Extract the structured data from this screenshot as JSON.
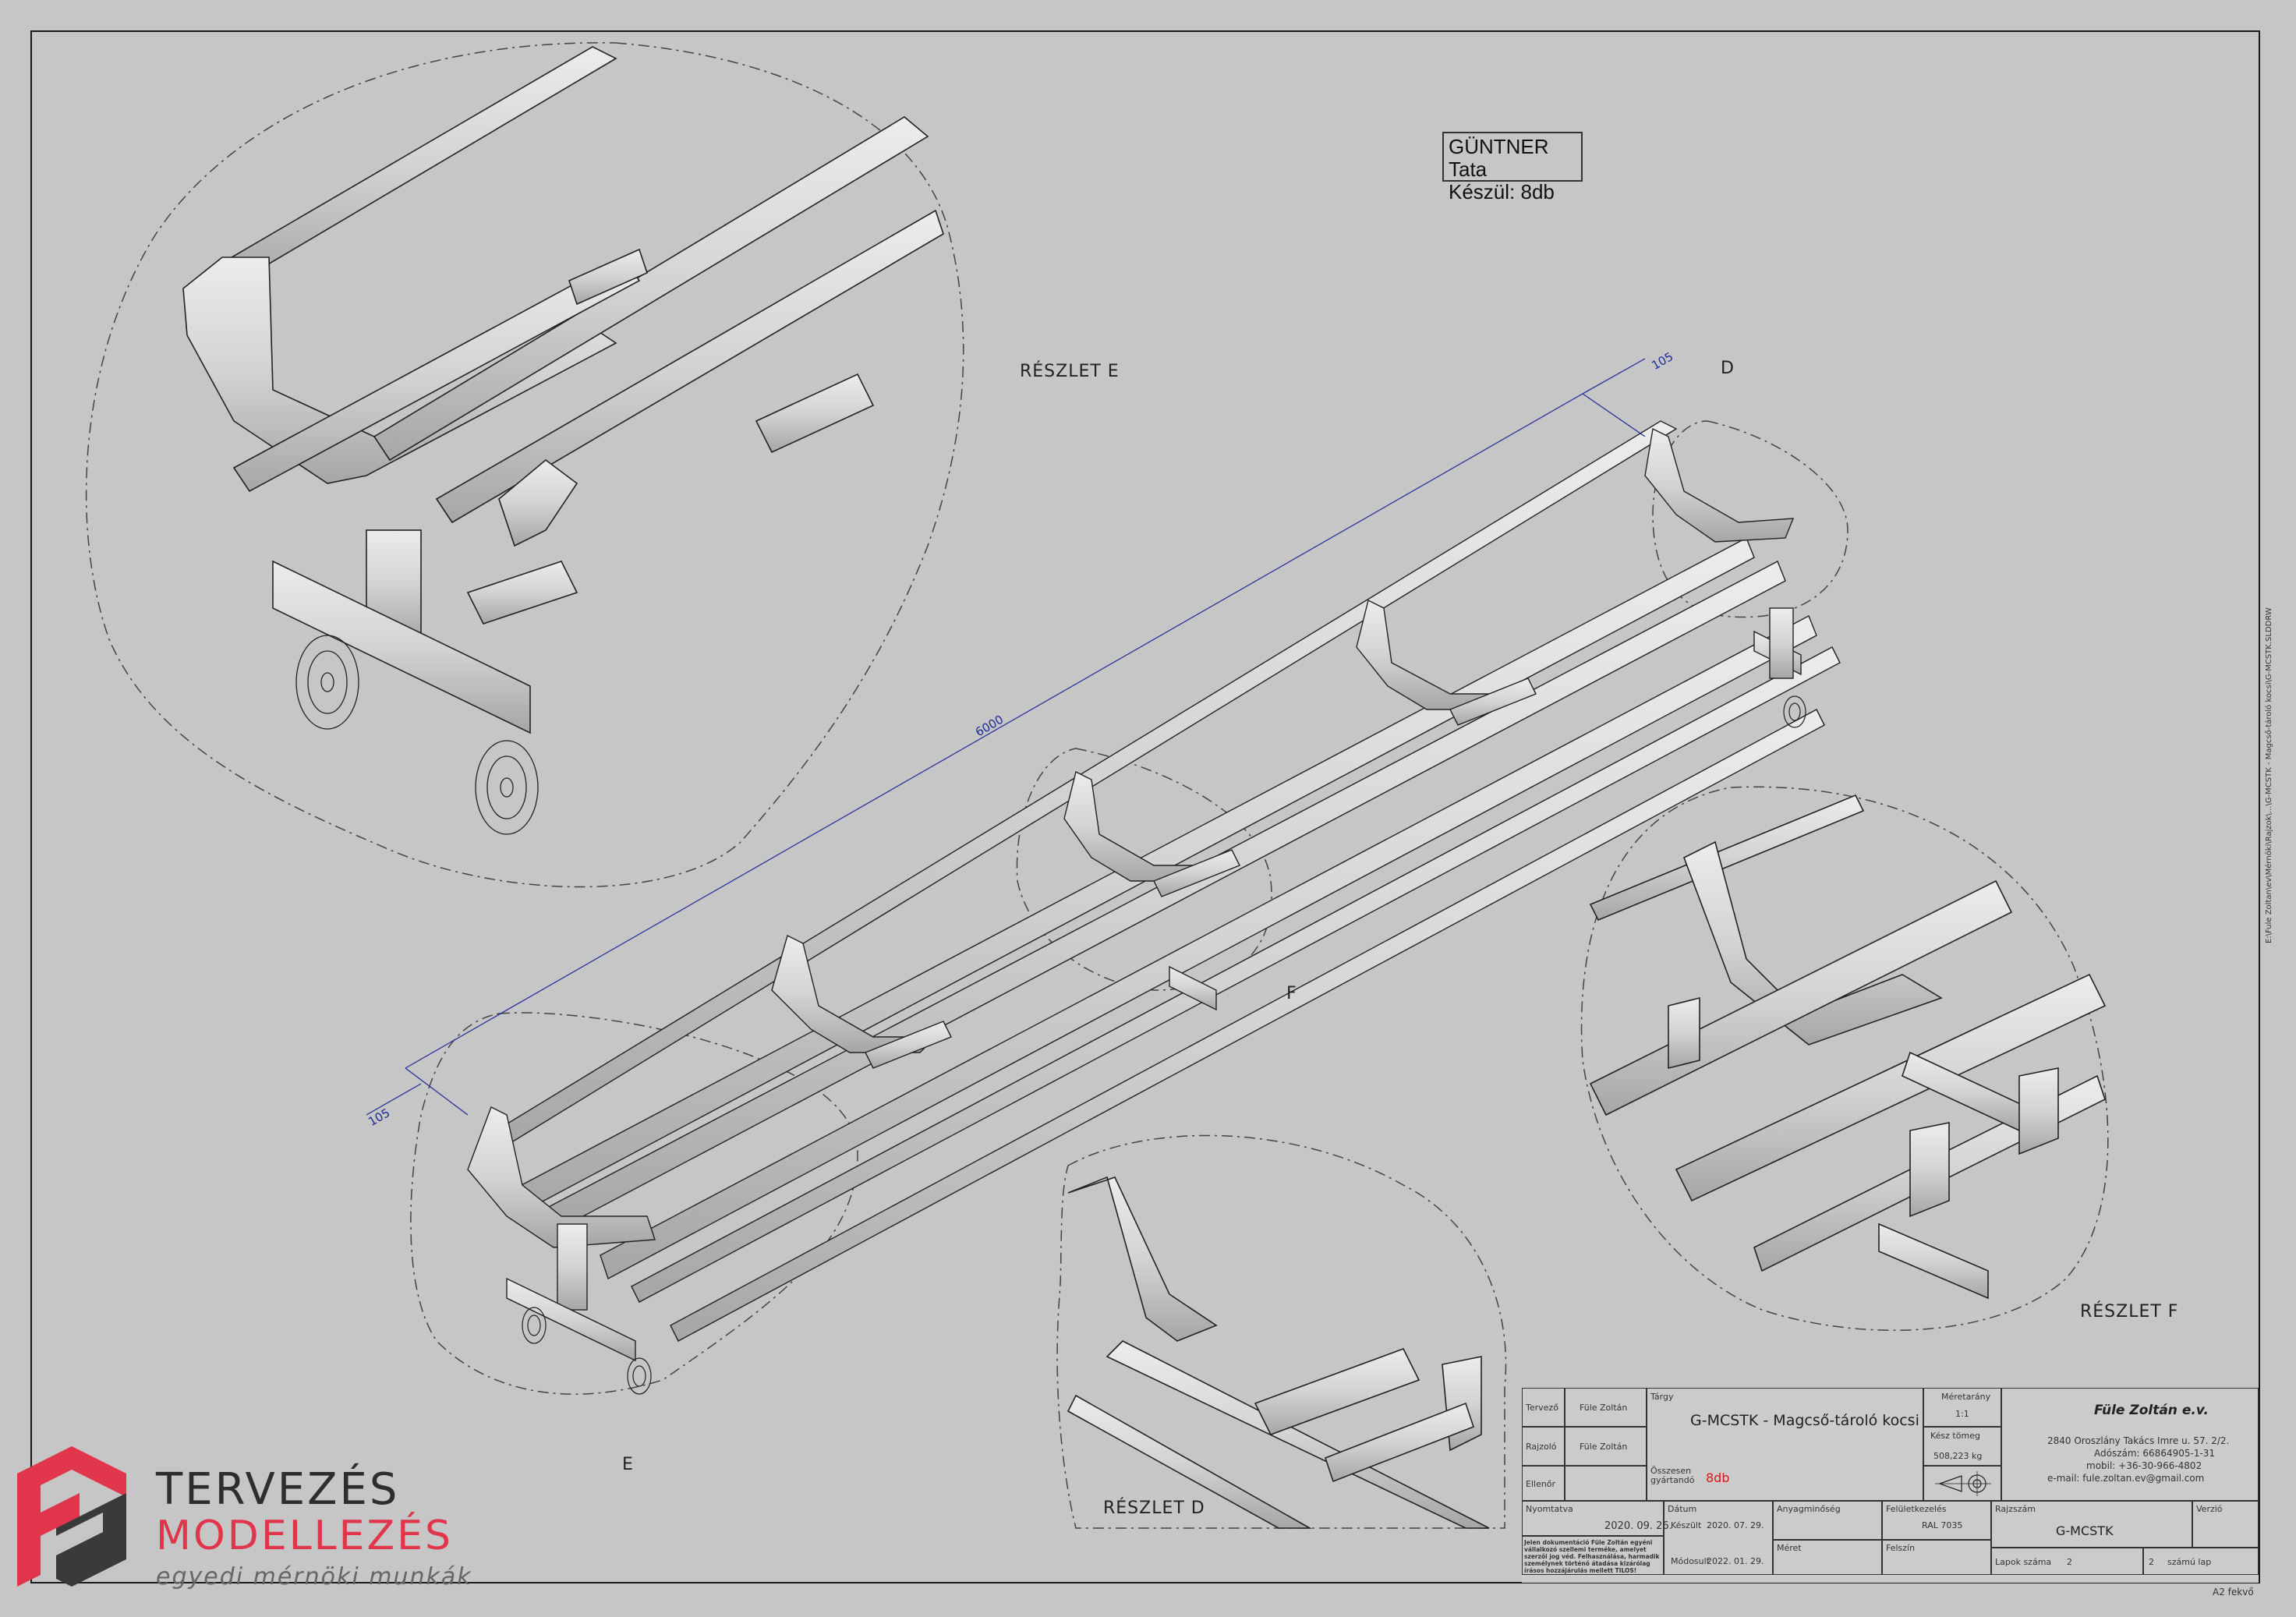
{
  "note": {
    "line1": "GÜNTNER Tata",
    "line2": "Készül: 8db"
  },
  "detail_labels": {
    "detail_e": "RÉSZLET E",
    "detail_f": "RÉSZLET F",
    "detail_d": "RÉSZLET D",
    "marker_d": "D",
    "marker_e": "E",
    "marker_f": "F"
  },
  "dimensions": {
    "overall_length": "6000",
    "end_offset_right": "105",
    "end_offset_left": "105"
  },
  "title_block": {
    "tervezo_label": "Tervező",
    "tervezo_value": "Füle Zoltán",
    "rajzolo_label": "Rajzoló",
    "rajzolo_value": "Füle Zoltán",
    "ellenor_label": "Ellenőr",
    "targy_label": "Tárgy",
    "targy_value": "G-MCSTK - Magcső-tároló kocsi",
    "meretarany_label": "Méretarány",
    "meretarany_value": "1:1",
    "kesz_tomeg_label": "Kész tömeg",
    "kesz_tomeg_value": "508,223 kg",
    "osszesen_label": "Összesen gyártandó",
    "osszesen_value": "8db",
    "company_name": "Füle Zoltán e.v.",
    "company_address": "2840 Oroszlány Takács Imre u. 57. 2/2.",
    "company_tax": "Adószám: 66864905-1-31",
    "company_mobile": "mobil: +36-30-966-4802",
    "company_email": "e-mail: fule.zoltan.ev@gmail.com",
    "nyomtatva_label": "Nyomtatva",
    "nyomtatva_value": "2020. 09. 26.",
    "datum_label": "Dátum",
    "keszult_label": "Készült",
    "keszult_value": "2020. 07. 29.",
    "modositott_label": "Módosult",
    "modositott_value": "2022. 01. 29.",
    "anyagminoseg_label": "Anyagminőség",
    "feluletkezeles_label": "Felületkezelés",
    "feluletkezeles_value": "RAL 7035",
    "meret_label": "Méret",
    "felszin_label": "Felszín",
    "rajzszam_label": "Rajzszám",
    "rajzszam_value": "G-MCSTK",
    "verzio_label": "Verzió",
    "lapok_label": "Lapok száma",
    "lapok_value": "2",
    "lapszam_value": "2",
    "lapszam_label": "számú lap",
    "format": "A2 fekvő",
    "disclaimer": "Jelen dokumentáció Füle Zoltán egyéni vállalkozó szellemi terméke, amelyet szerzői jog véd. Felhasználása, harmadik személynek történő átadása kizárólag írásos hozzájárulás mellett TILOS!"
  },
  "side_note": "E:\\Fule Zoltan\\ev\\Mérnöki\\Rajzok\\...\\G-MCSTK - Magcső-tároló kocsi\\G-MCSTK.SLDDRW",
  "logo": {
    "line1": "TERVEZÉS",
    "line2": "MODELLEZÉS",
    "line3": "egyedi mérnöki munkák"
  },
  "colors": {
    "background": "#c6c6c6",
    "steel": "#d6d6d6",
    "steel_dark": "#8f8f8f",
    "line": "#222222",
    "dimension": "#1e2a9a",
    "accent_red": "#e0354a"
  }
}
